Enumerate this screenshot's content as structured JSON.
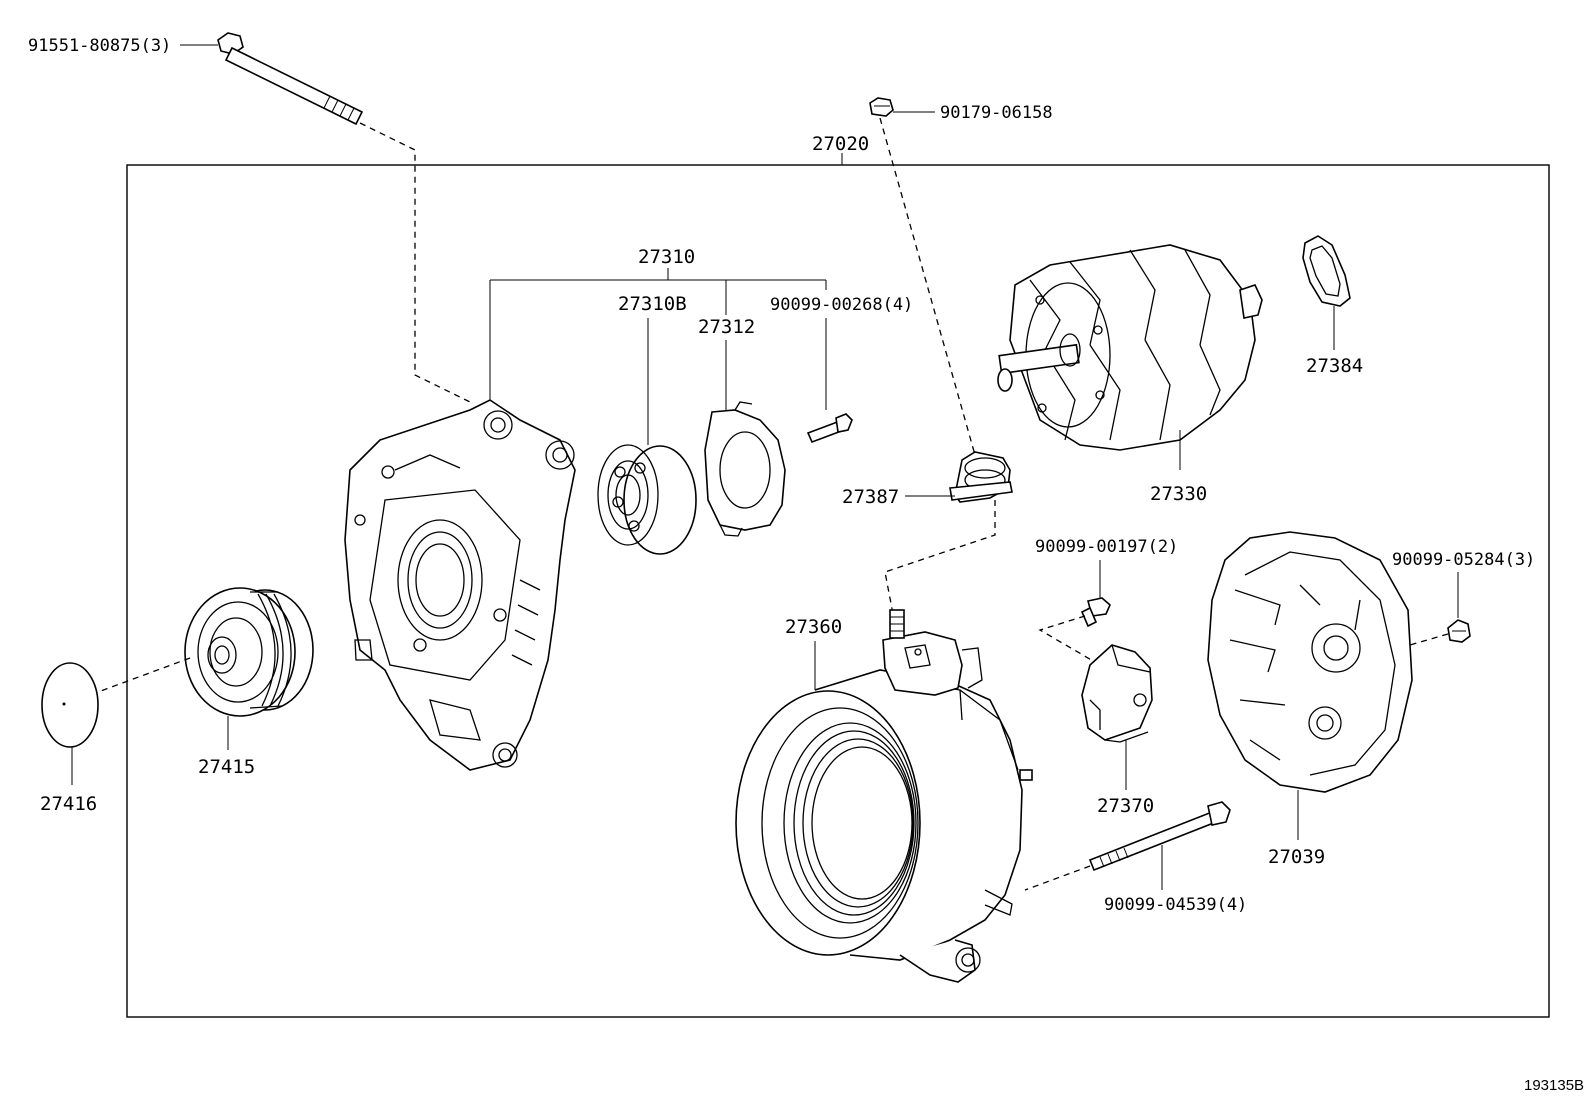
{
  "labels": {
    "p91551": "91551-80875(3)",
    "p90179": "90179-06158",
    "p27020": "27020",
    "p27310": "27310",
    "p27310b": "27310B",
    "p27312": "27312",
    "p90099_00268": "90099-00268(4)",
    "p27384": "27384",
    "p27387": "27387",
    "p27330": "27330",
    "p90099_00197": "90099-00197(2)",
    "p90099_05284": "90099-05284(3)",
    "p27360": "27360",
    "p27370": "27370",
    "p27039": "27039",
    "p90099_04539": "90099-04539(4)",
    "p27415": "27415",
    "p27416": "27416"
  },
  "reference_code": "193135B"
}
